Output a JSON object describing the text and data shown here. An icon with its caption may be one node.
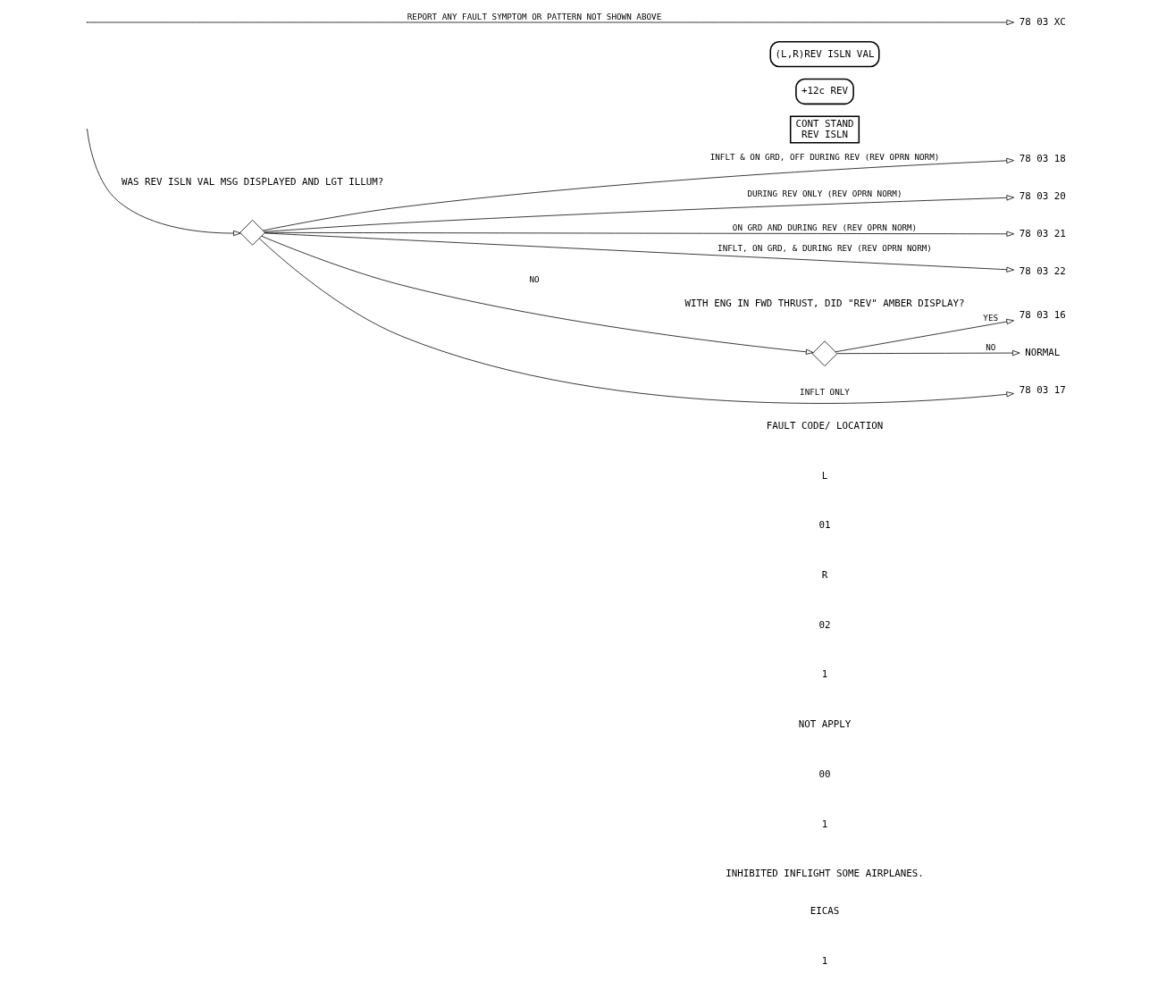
{
  "diagram": {
    "nodes": [
      {
        "text": [
          "(L,R)REV ISLN VAL"
        ]
      },
      {
        "text": [
          "+12c REV"
        ]
      },
      {
        "text": [
          "CONT STAND",
          "REV ISLN"
        ]
      },
      {
        "text": [],
        "shape": "diamond",
        "beside": [
          "WAS REV ISLN VAL MSG DISPLAYED AND LGT ILLUM?"
        ]
      },
      {
        "text": [],
        "shape": "diamond",
        "beside": [
          "WITH ENG IN FWD THRUST, DID \"REV\" AMBER DISPLAY?"
        ]
      },
      {
        "text": [
          "NORMAL"
        ]
      },
      {
        "text": [
          "78 03 16"
        ]
      },
      {
        "text": [
          "78 03 17"
        ]
      },
      {
        "text": [
          "78 03 18"
        ]
      },
      {
        "text": [
          "78 03 20"
        ]
      },
      {
        "text": [
          "78 03 21"
        ]
      },
      {
        "text": [
          "78 03 22"
        ]
      },
      {
        "text": [
          "78 03 XC"
        ]
      }
    ],
    "edges": [
      {
        "from": null,
        "to": 3,
        "arrow": "to"
      },
      {
        "from": 3,
        "to": 4,
        "label": "NO",
        "arrow": "to"
      },
      {
        "from": 4,
        "to": 5,
        "label": "NO",
        "arrow": "to"
      },
      {
        "from": 4,
        "to": 6,
        "label": "YES",
        "arrow": "to"
      },
      {
        "from": 3,
        "to": 7,
        "label": "INFLT ONLY",
        "arrow": "to"
      },
      {
        "from": 3,
        "to": 8,
        "label": "INFLT & ON GRD, OFF DURING REV (REV OPRN NORM)",
        "arrow": "to"
      },
      {
        "from": 3,
        "to": 9,
        "label": "DURING REV ONLY (REV OPRN NORM)",
        "arrow": "to"
      },
      {
        "from": 3,
        "to": 10,
        "label": "ON GRD AND DURING REV (REV OPRN NORM)",
        "arrow": "to"
      },
      {
        "from": 3,
        "to": 11,
        "label": "INFLT, ON GRD, & DURING REV (REV OPRN NORM)",
        "arrow": "to"
      },
      {
        "from": null,
        "to": 12,
        "label": "REPORT ANY FAULT SYMPTOM OR PATTERN NOT SHOWN ABOVE",
        "arrow": "to"
      }
    ],
    "labels": [
      "EICAS",
      "1",
      "FAULT CODE/ LOCATION",
      "L",
      "01",
      "R",
      "02",
      "1",
      "NOT APPLY",
      "00",
      "1",
      "INHIBITED INFLIGHT SOME AIRPLANES."
    ]
  }
}
